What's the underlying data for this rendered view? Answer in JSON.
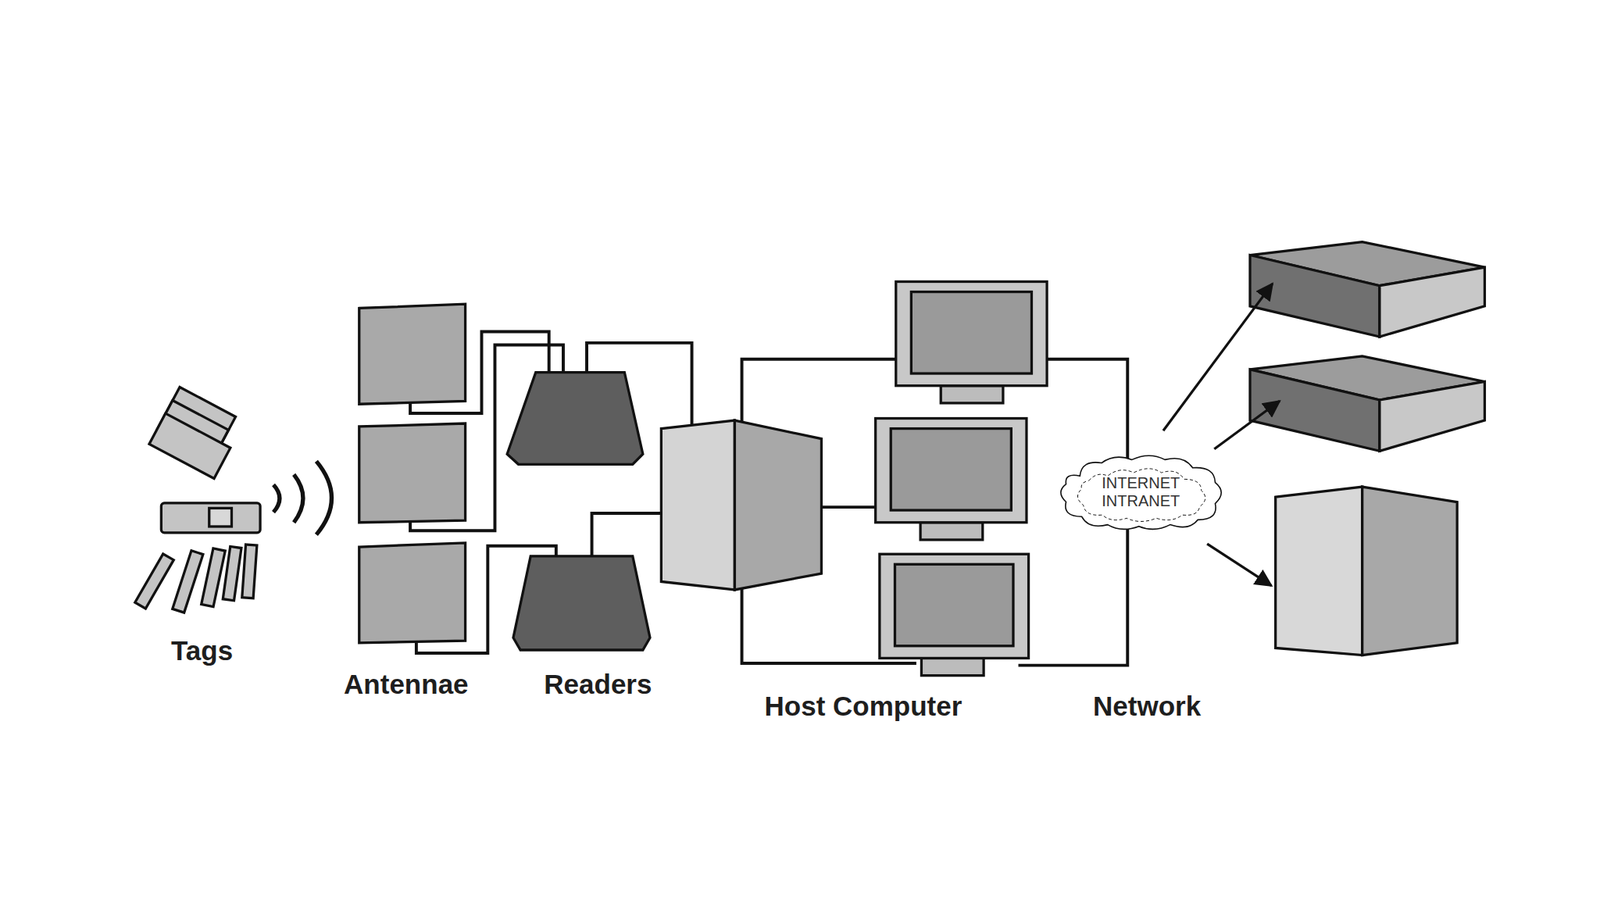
{
  "diagram": {
    "nodes": [
      {
        "text": [
          "INTERNET INTRANET"
        ]
      }
    ],
    "labels": [
      "Tags",
      "Antennae",
      "Readers",
      "Host Computer",
      "Network"
    ]
  }
}
